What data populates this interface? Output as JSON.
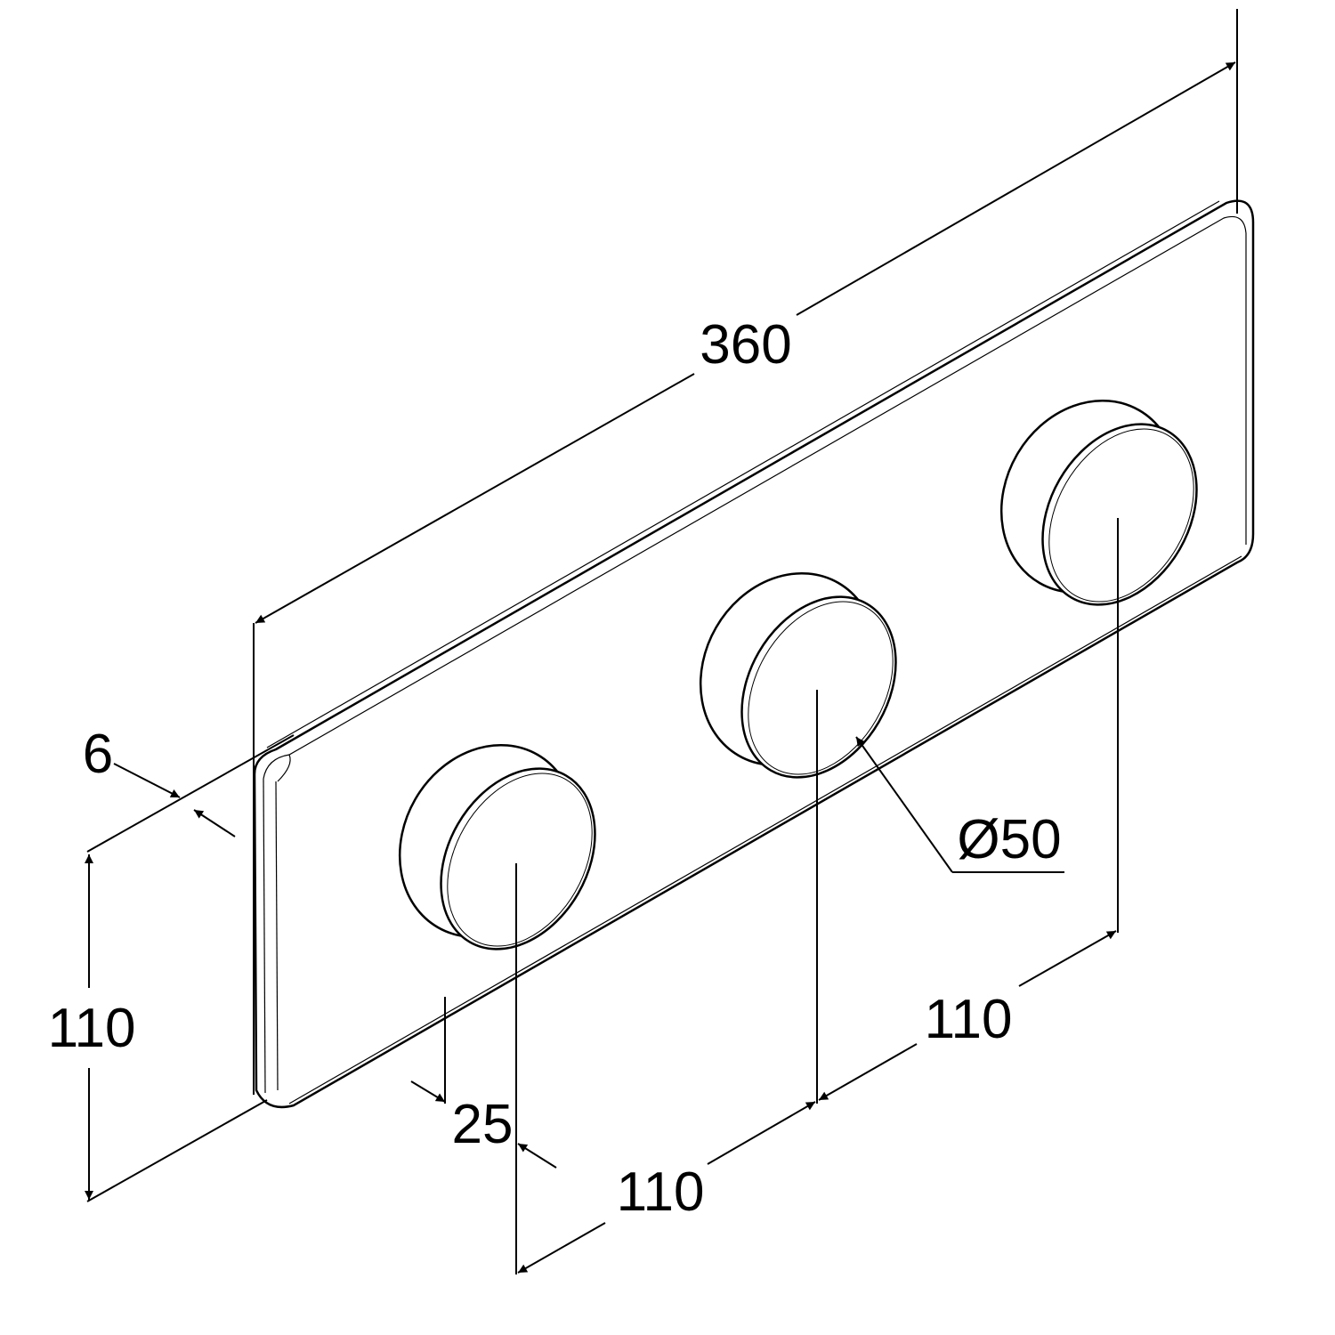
{
  "drawing": {
    "dimensions": {
      "length": "360",
      "height": "110",
      "thickness": "6",
      "knob_projection": "25",
      "spacing_1": "110",
      "spacing_2": "110",
      "knob_diameter": "Ø50"
    },
    "colors": {
      "line": "#000000",
      "background": "#ffffff"
    }
  }
}
